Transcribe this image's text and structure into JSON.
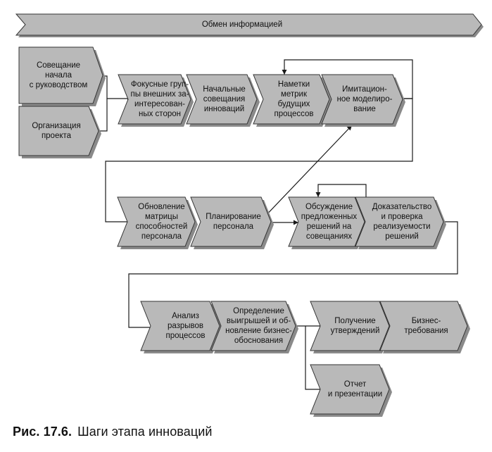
{
  "banner": {
    "label": "Обмен информацией"
  },
  "steps": [
    {
      "id": "s1",
      "lines": [
        "Совещание",
        "начала",
        "с руководством"
      ]
    },
    {
      "id": "s2",
      "lines": [
        "Организация",
        "проекта"
      ]
    },
    {
      "id": "s3",
      "lines": [
        "Фокусные груп-",
        "пы внешних за-",
        "интересован-",
        "ных сторон"
      ]
    },
    {
      "id": "s4",
      "lines": [
        "Начальные",
        "совещания",
        "инноваций"
      ]
    },
    {
      "id": "s5",
      "lines": [
        "Наметки",
        "метрик",
        "будущих",
        "процессов"
      ]
    },
    {
      "id": "s6",
      "lines": [
        "Имитацион-",
        "ное моделиро-",
        "вание"
      ]
    },
    {
      "id": "s7",
      "lines": [
        "Обновление",
        "матрицы",
        "способностей",
        "персонала"
      ]
    },
    {
      "id": "s8",
      "lines": [
        "Планирование",
        "персонала"
      ]
    },
    {
      "id": "s9",
      "lines": [
        "Обсуждение",
        "предложенных",
        "решений на",
        "совещаниях"
      ]
    },
    {
      "id": "s10",
      "lines": [
        "Доказательство",
        "и проверка",
        "реализуемости",
        "решений"
      ]
    },
    {
      "id": "s11",
      "lines": [
        "Анализ",
        "разрывов",
        "процессов"
      ]
    },
    {
      "id": "s12",
      "lines": [
        "Определение",
        "выигрышей и об-",
        "новление бизнес-",
        "обоснования"
      ]
    },
    {
      "id": "s13",
      "lines": [
        "Получение",
        "утверждений"
      ]
    },
    {
      "id": "s14",
      "lines": [
        "Бизнес-",
        "требования"
      ]
    },
    {
      "id": "s15",
      "lines": [
        "Отчет",
        "и презентации"
      ]
    }
  ],
  "caption": {
    "number": "Рис. 17.6.",
    "text": "Шаги этапа инноваций"
  },
  "colors": {
    "fill": "#b9b9b9",
    "shadow": "#8a8a8a",
    "stroke": "#333333",
    "line": "#1a1a1a"
  }
}
